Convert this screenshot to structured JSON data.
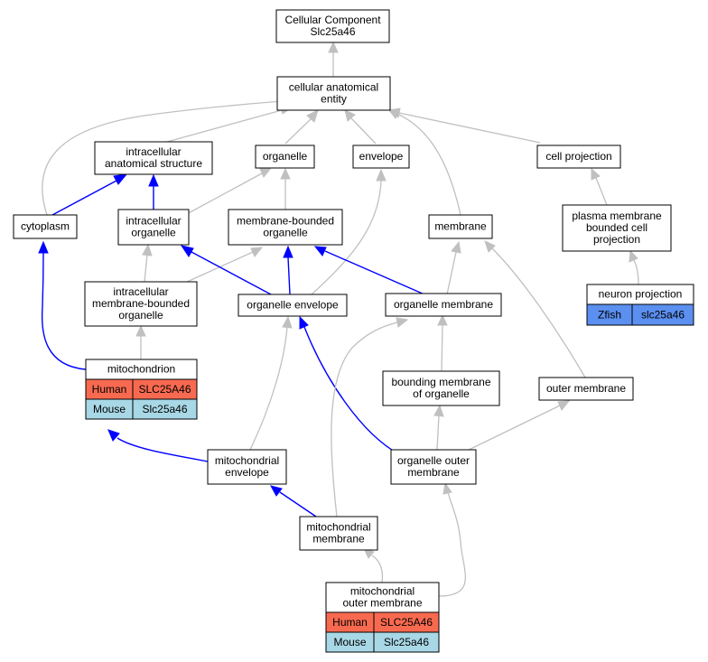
{
  "colors": {
    "human": "#f86a50",
    "mouse": "#a8d8e6",
    "zfish": "#5b8ff0",
    "is_a_edge": "#c0c0c0",
    "part_of_edge": "#0000ff"
  },
  "nodes": {
    "root": [
      "Cellular Component",
      "Slc25a46"
    ],
    "cae": [
      "cellular anatomical",
      "entity"
    ],
    "ias": [
      "intracellular",
      "anatomical structure"
    ],
    "organelle": [
      "organelle"
    ],
    "envelope": [
      "envelope"
    ],
    "cellproj": [
      "cell projection"
    ],
    "cytoplasm": [
      "cytoplasm"
    ],
    "intraorg": [
      "intracellular",
      "organelle"
    ],
    "mbo": [
      "membrane-bounded",
      "organelle"
    ],
    "membrane": [
      "membrane"
    ],
    "pmbcp": [
      "plasma membrane",
      "bounded cell",
      "projection"
    ],
    "imbo": [
      "intracellular",
      "membrane-bounded",
      "organelle"
    ],
    "orgenv": [
      "organelle envelope"
    ],
    "orgmem": [
      "organelle membrane"
    ],
    "neuron": [
      "neuron projection"
    ],
    "mito": [
      "mitochondrion"
    ],
    "bmo": [
      "bounding membrane",
      "of organelle"
    ],
    "outermem": [
      "outer membrane"
    ],
    "mitoenv": [
      "mitochondrial",
      "envelope"
    ],
    "oom": [
      "organelle outer",
      "membrane"
    ],
    "mitomem": [
      "mitochondrial",
      "membrane"
    ],
    "mom": [
      "mitochondrial",
      "outer membrane"
    ]
  },
  "annotations": {
    "neuron": [
      [
        "Zfish",
        "slc25a46"
      ]
    ],
    "mito": [
      [
        "Human",
        "SLC25A46"
      ],
      [
        "Mouse",
        "Slc25a46"
      ]
    ],
    "mom": [
      [
        "Human",
        "SLC25A46"
      ],
      [
        "Mouse",
        "Slc25a46"
      ]
    ]
  }
}
